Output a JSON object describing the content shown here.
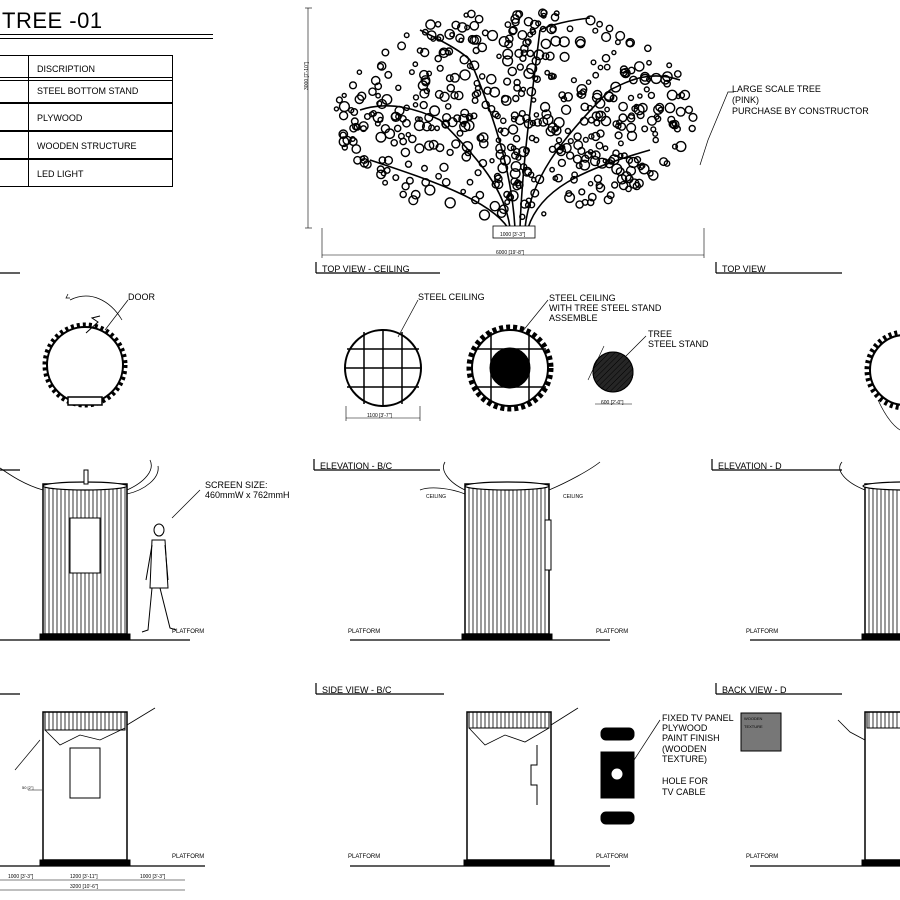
{
  "title": "TREE -01",
  "legend": {
    "header": "DISCRIPTION",
    "rows": [
      "STEEL BOTTOM STAND",
      "PLYWOOD",
      "WOODEN STRUCTURE",
      "LED LIGHT"
    ]
  },
  "tree_note": [
    "LARGE SCALE TREE",
    "(PINK)",
    "PURCHASE BY CONSTRUCTOR"
  ],
  "view_labels": {
    "top_ceiling": "TOP VIEW - CEILING",
    "top_view": "TOP VIEW",
    "elev_bc": "ELEVATION - B/C",
    "elev_d": "ELEVATION - D",
    "side_bc": "SIDE VIEW - B/C",
    "back_d": "BACK VIEW - D"
  },
  "plan_notes": {
    "door": "DOOR",
    "steel_ceiling": "STEEL CEILING",
    "steel_ceiling_stand": [
      "STEEL CEILING",
      "WITH TREE STEEL STAND",
      "ASSEMBLE"
    ],
    "tree_stand": [
      "TREE",
      "STEEL STAND"
    ]
  },
  "screen_size": [
    "SCREEN SIZE:",
    "460mmW x 762mmH"
  ],
  "ceiling_tag": "CEILING",
  "platform": "PLATFORM",
  "tv_notes": [
    "FIXED TV PANEL",
    "PLYWOOD",
    "PAINT FINISH",
    "(WOODEN",
    "TEXTURE)",
    "",
    "HOLE FOR",
    "TV CABLE"
  ],
  "wooden_texture": [
    "WOODEN",
    "TEXTURE"
  ],
  "dims": {
    "tree_height": "3000 [7'-10\"]",
    "tree_width": "6000 [19'-8\"]",
    "tree_base": "1000 [3'-3\"]",
    "ceiling_dia": "1100 [3'-7\"]",
    "stand_dia": "600 [2'-0\"]",
    "side_small": "50 [2\"]",
    "bottom_left": "1000 [3'-3\"]",
    "bottom_mid": "1200 [3'-11\"]",
    "bottom_right": "1000 [3'-3\"]",
    "bottom_total": "3200 [10'-6\"]"
  }
}
